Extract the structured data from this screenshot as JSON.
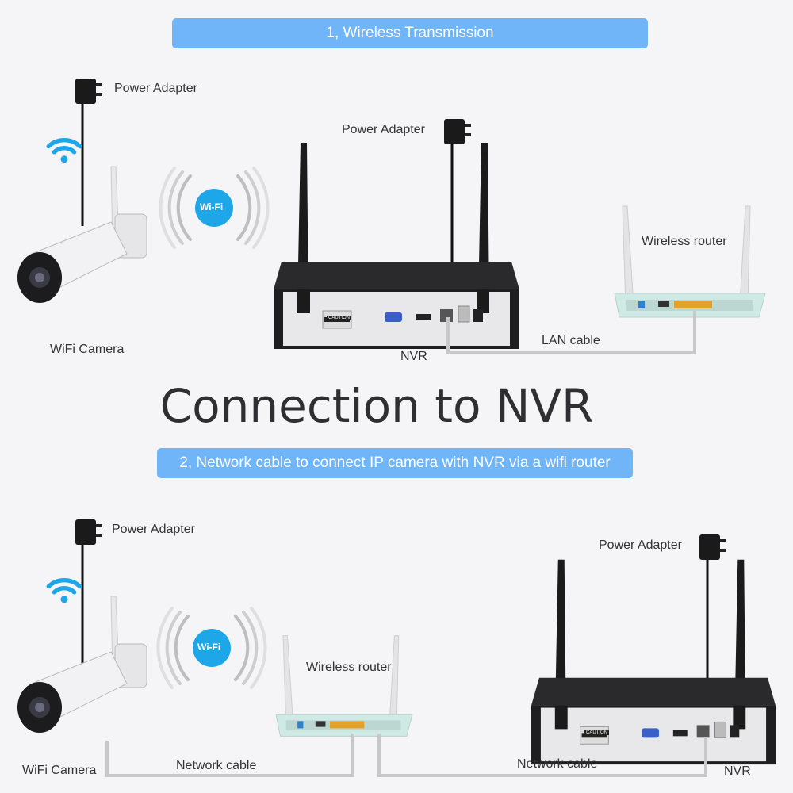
{
  "section1": {
    "banner": "1, Wireless Transmission"
  },
  "title": "Connection to NVR",
  "section2": {
    "banner": "2, Network cable to connect IP camera with NVR via a wifi router"
  },
  "labels": {
    "power_adapter": "Power Adapter",
    "wireless_router": "Wireless router",
    "wifi_camera": "WiFi Camera",
    "nvr": "NVR",
    "lan_cable": "LAN cable",
    "network_cable": "Network cable",
    "wifi_badge": "Wi-Fi",
    "caution": "CAUTION"
  },
  "colors": {
    "banner": "#6fb5f7",
    "wifi": "#1ea7e8",
    "cable": "#c8c8c8"
  }
}
